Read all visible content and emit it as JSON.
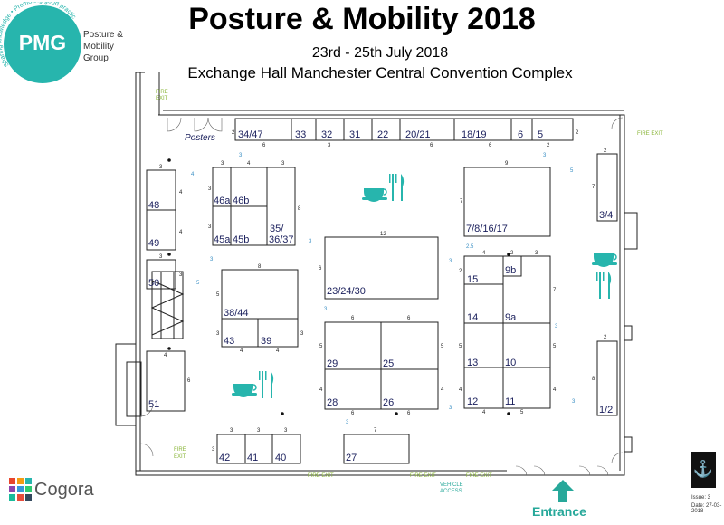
{
  "header": {
    "title": "Posture & Mobility 2018",
    "dates": "23rd - 25th July 2018",
    "venue": "Exchange Hall Manchester Central Convention Complex"
  },
  "logo": {
    "abbr": "PMG",
    "name_line1": "Posture &",
    "name_line2": "Mobility",
    "name_line3": "Group",
    "ring_text": "Sharing knowledge • Promoting good practice"
  },
  "sponsor": {
    "name": "Cogora"
  },
  "issue": {
    "line1": "Issue: 3",
    "line2": "Date: 27-03-2018"
  },
  "labels": {
    "posters": "Posters",
    "fire_exit": "FIRE EXIT",
    "fire_exit_stacked_1": "FIRE",
    "fire_exit_stacked_2": "EXIT",
    "vehicle_1": "VEHICLE",
    "vehicle_2": "ACCESS",
    "entrance": "Entrance"
  },
  "colors": {
    "teal": "#27b5ad",
    "exit_green": "#8ab53a",
    "stand_text": "#1a1f5c",
    "dim_blue": "#3a8fc4"
  },
  "stands": {
    "s34_47": "34/47",
    "s33": "33",
    "s32": "32",
    "s31": "31",
    "s22": "22",
    "s20_21": "20/21",
    "s18_19": "18/19",
    "s6": "6",
    "s5": "5",
    "s48": "48",
    "s49": "49",
    "s50": "50",
    "s51": "51",
    "s46a": "46a",
    "s46b": "46b",
    "s45a": "45a",
    "s45b": "45b",
    "s35_1": "35/",
    "s35_2": "36/37",
    "s38_44": "38/44",
    "s43": "43",
    "s39": "39",
    "s23_24_30": "23/24/30",
    "s29": "29",
    "s25": "25",
    "s28": "28",
    "s26": "26",
    "s7_8": "7/8/16/17",
    "s15": "15",
    "s9b": "9b",
    "s14": "14",
    "s9a": "9a",
    "s13": "13",
    "s10": "10",
    "s12": "12",
    "s11": "11",
    "s3_4": "3/4",
    "s1_2": "1/2",
    "s42": "42",
    "s41": "41",
    "s40": "40",
    "s27": "27"
  },
  "dims": {
    "d2": "2",
    "d3": "3",
    "d4": "4",
    "d5": "5",
    "d6": "6",
    "d7": "7",
    "d8": "8",
    "d9": "9",
    "d12": "12",
    "d25": "2.5"
  },
  "icons": [
    "cafe-icon",
    "cutlery-icon",
    "entrance-arrow-icon",
    "door-swing-icon",
    "staircase-icon"
  ]
}
